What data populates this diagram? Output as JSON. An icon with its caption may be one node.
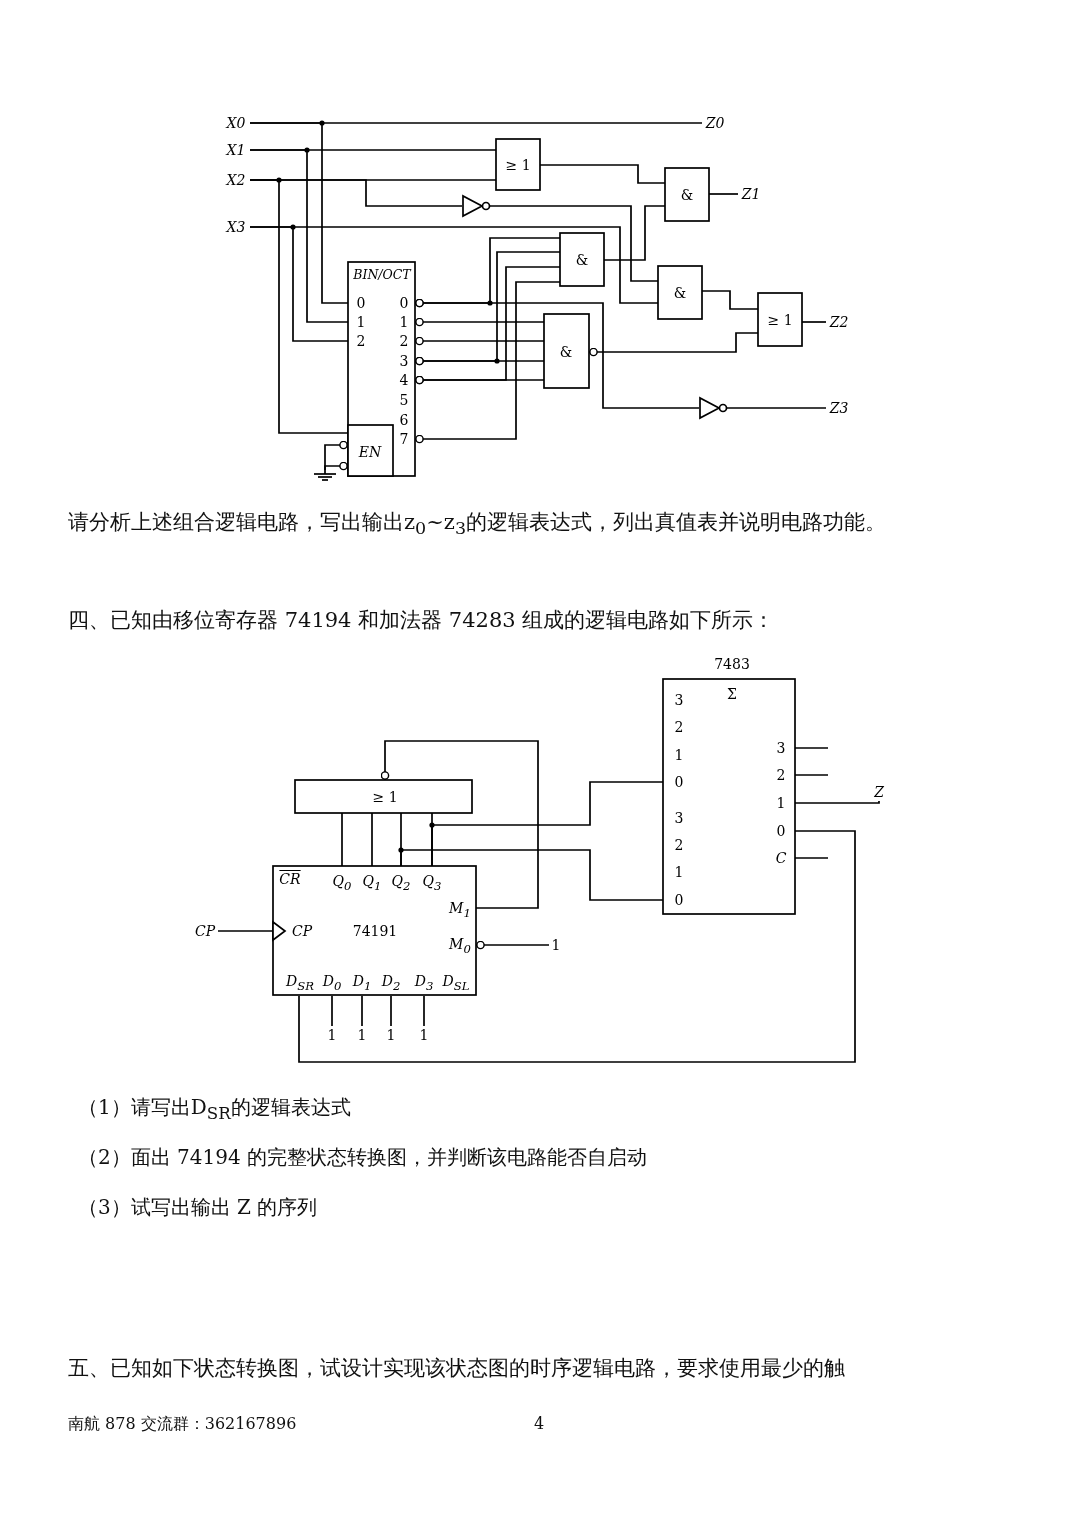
{
  "diagram": {
    "nodes": [
      {
        "text": [
          "X0"
        ]
      },
      {
        "text": [
          "Z0"
        ]
      },
      {
        "text": [
          "X1"
        ]
      },
      {
        "text": [
          "≥ 1"
        ]
      },
      {
        "text": [
          "X2"
        ]
      },
      {
        "text": [],
        "shape": "triangle"
      },
      {
        "text": [
          "&"
        ]
      },
      {
        "text": [
          "Z1"
        ]
      },
      {
        "text": [
          "X3"
        ]
      },
      {
        "text": [
          "BIN/OCT",
          "0",
          "1",
          "2",
          "0",
          "1",
          "2",
          "3",
          "4",
          "5",
          "6",
          "7"
        ]
      },
      {
        "text": [
          "EN"
        ],
        "in": 9
      },
      {
        "text": [],
        "shape": "ground"
      },
      {
        "text": [
          "&"
        ]
      },
      {
        "text": [
          "&"
        ]
      },
      {
        "text": [
          "≥ 1"
        ]
      },
      {
        "text": [
          "Z2"
        ]
      },
      {
        "text": [
          "&"
        ]
      },
      {
        "text": [],
        "shape": "triangle"
      },
      {
        "text": [
          "Z3"
        ]
      },
      {
        "text": [
          "≥ 1"
        ]
      },
      {
        "text": [
          "7483",
          "Σ",
          "3",
          "2",
          "1",
          "0",
          "3",
          "2",
          "1",
          "0",
          "3",
          "2",
          "1",
          "0",
          "C"
        ]
      },
      {
        "text": [
          "Z"
        ]
      },
      {
        "text": [
          "CR",
          "Q$_{0}$",
          "Q$_{1}$",
          "Q$_{2}$",
          "Q$_{3}$",
          "M$_{1}$",
          "CP",
          "74191",
          "M$_{0}$",
          "D$_{SR}$",
          "D$_{0}$",
          "D$_{1}$",
          "D$_{2}$",
          "D$_{3}$",
          "D$_{SL}$"
        ]
      },
      {
        "text": [
          "CP"
        ]
      },
      {
        "text": [
          "1"
        ]
      },
      {
        "text": [
          "1"
        ]
      },
      {
        "text": [
          "1"
        ]
      },
      {
        "text": [
          "1"
        ]
      },
      {
        "text": [
          "1"
        ]
      }
    ],
    "edges": [
      {
        "from": 0,
        "to": 1,
        "arrow": "none"
      },
      {
        "from": 0,
        "to": 9,
        "arrow": "none"
      },
      {
        "from": 2,
        "to": 3,
        "arrow": "none"
      },
      {
        "from": 2,
        "to": 9,
        "arrow": "none"
      },
      {
        "from": 4,
        "to": 3,
        "arrow": "none"
      },
      {
        "from": 4,
        "to": 5,
        "arrow": "none"
      },
      {
        "from": 4,
        "to": 10,
        "arrow": "none"
      },
      {
        "from": 8,
        "to": 9,
        "arrow": "none"
      },
      {
        "from": 8,
        "to": 13,
        "arrow": "none"
      },
      {
        "from": 3,
        "to": 6,
        "arrow": "none"
      },
      {
        "from": 5,
        "to": 13,
        "arrow": "none"
      },
      {
        "from": 12,
        "to": 6,
        "arrow": "none"
      },
      {
        "from": 6,
        "to": 7,
        "arrow": "none"
      },
      {
        "from": 9,
        "to": 12,
        "arrow": "other"
      },
      {
        "from": 9,
        "to": 12,
        "arrow": "other"
      },
      {
        "from": 9,
        "to": 12,
        "arrow": "other"
      },
      {
        "from": 9,
        "to": 12,
        "arrow": "other"
      },
      {
        "from": 9,
        "to": 16,
        "arrow": "other"
      },
      {
        "from": 9,
        "to": 16,
        "arrow": "other"
      },
      {
        "from": 9,
        "to": 16,
        "arrow": "other"
      },
      {
        "from": 9,
        "to": 16,
        "arrow": "other"
      },
      {
        "from": 9,
        "to": 17,
        "arrow": "other"
      },
      {
        "from": 13,
        "to": 14,
        "arrow": "none"
      },
      {
        "from": 16,
        "to": 14,
        "arrow": "other"
      },
      {
        "from": 14,
        "to": 15,
        "arrow": "none"
      },
      {
        "from": 17,
        "to": 18,
        "arrow": "none"
      },
      {
        "from": 10,
        "to": 11,
        "arrow": "other"
      },
      {
        "from": 10,
        "to": 11,
        "arrow": "other"
      },
      {
        "from": 19,
        "to": 22,
        "arrow": "other"
      },
      {
        "from": 22,
        "to": 19,
        "arrow": "none"
      },
      {
        "from": 22,
        "to": 19,
        "arrow": "none"
      },
      {
        "from": 22,
        "to": 19,
        "arrow": "none"
      },
      {
        "from": 22,
        "to": 19,
        "arrow": "none"
      },
      {
        "from": 22,
        "to": 20,
        "arrow": "none"
      },
      {
        "from": 22,
        "to": 20,
        "arrow": "none"
      },
      {
        "from": 23,
        "to": 22,
        "arrow": "none"
      },
      {
        "from": 22,
        "to": 24,
        "arrow": "other"
      },
      {
        "from": 25,
        "to": 22,
        "arrow": "none"
      },
      {
        "from": 26,
        "to": 22,
        "arrow": "none"
      },
      {
        "from": 27,
        "to": 22,
        "arrow": "none"
      },
      {
        "from": 28,
        "to": 22,
        "arrow": "none"
      },
      {
        "from": 20,
        "to": 22,
        "arrow": "none"
      },
      {
        "from": 20,
        "to": 21,
        "arrow": "none"
      },
      {
        "from": 20,
        "to": null,
        "arrow": "none"
      },
      {
        "from": 20,
        "to": null,
        "arrow": "none"
      },
      {
        "from": 20,
        "to": null,
        "arrow": "none"
      }
    ],
    "labels": [
      "请分析上述组合逻辑电路，写出输出z$_{0}$~z$_{3}$的逻辑表达式，列出真值表并说明电路功能。",
      "四、已知由移位寄存器 74194 和加法器 74283 组成的逻辑电路如下所示：",
      "（1）请写出D$_{SR}$的逻辑表达式",
      "（2）面出 74194 的完整状态转换图，并判断该电路能否自启动",
      "（3）试写出输出 Z 的序列",
      "五、已知如下状态转换图，试设计实现该状态图的时序逻辑电路，要求使用最少的触",
      "南航 878 交流群：362167896",
      "4"
    ]
  }
}
